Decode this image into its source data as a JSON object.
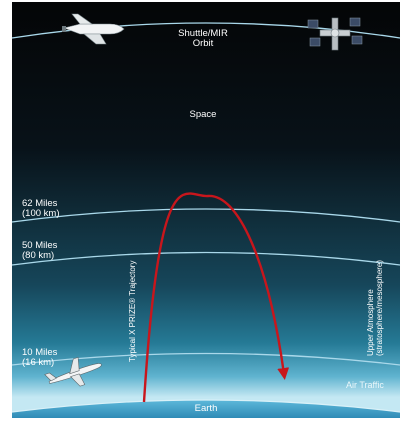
{
  "labels": {
    "orbit_line1": "Shuttle/MIR",
    "orbit_line2": "Orbit",
    "space": "Space",
    "alt_62_line1": "62 Miles",
    "alt_62_line2": "(100 km)",
    "alt_50_line1": "50 Miles",
    "alt_50_line2": "(80 km)",
    "alt_10_line1": "10 Miles",
    "alt_10_line2": "(16 km)",
    "trajectory": "Typical X PRIZE® Trajectory",
    "upper_atmosphere_line1": "Upper Atmosphere",
    "upper_atmosphere_line2": "(stratosphere/mesosphere)",
    "air_traffic": "Air Traffic",
    "earth": "Earth"
  },
  "icons": {
    "shuttle": "space-shuttle-icon",
    "station": "space-station-icon",
    "airplane": "airplane-icon"
  },
  "colors": {
    "space_top": "#050607",
    "space_mid": "#0b1a22",
    "atmosphere": "#1d6f8c",
    "haze": "#9ad4e6",
    "earth": "#3aa0c8",
    "trajectory": "#c8161c",
    "arc_lines": "#a9d8ea"
  }
}
